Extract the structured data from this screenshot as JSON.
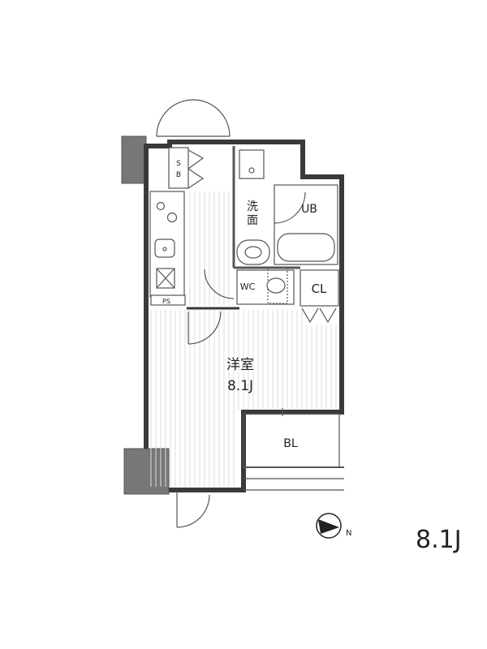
{
  "rooms": {
    "western_room": "洋室",
    "western_size": "8.1J",
    "washroom": "洗面",
    "unit_bath": "UB",
    "toilet": "WC",
    "closet": "CL",
    "balcony": "BL",
    "shoe_box": "SB",
    "pipe_space": "PS"
  },
  "compass": {
    "symbol": "N"
  },
  "area_caption": "8.1J"
}
